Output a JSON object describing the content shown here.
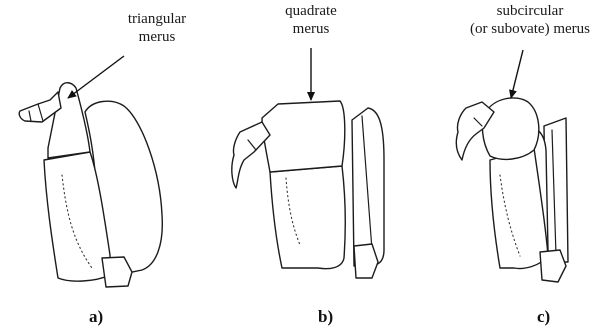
{
  "panels": [
    {
      "label": "triangular merus",
      "line1": "triangular",
      "line2": "merus",
      "caption": "a)"
    },
    {
      "label": "quadrate merus",
      "line1": "quadrate",
      "line2": "merus",
      "caption": "b)"
    },
    {
      "label": "subcircular (or subovate) merus",
      "line1": "subcircular",
      "line2": "(or subovate) merus",
      "caption": "c)"
    }
  ],
  "colors": {
    "ink": "#1c1c1c",
    "background": "#ffffff"
  }
}
